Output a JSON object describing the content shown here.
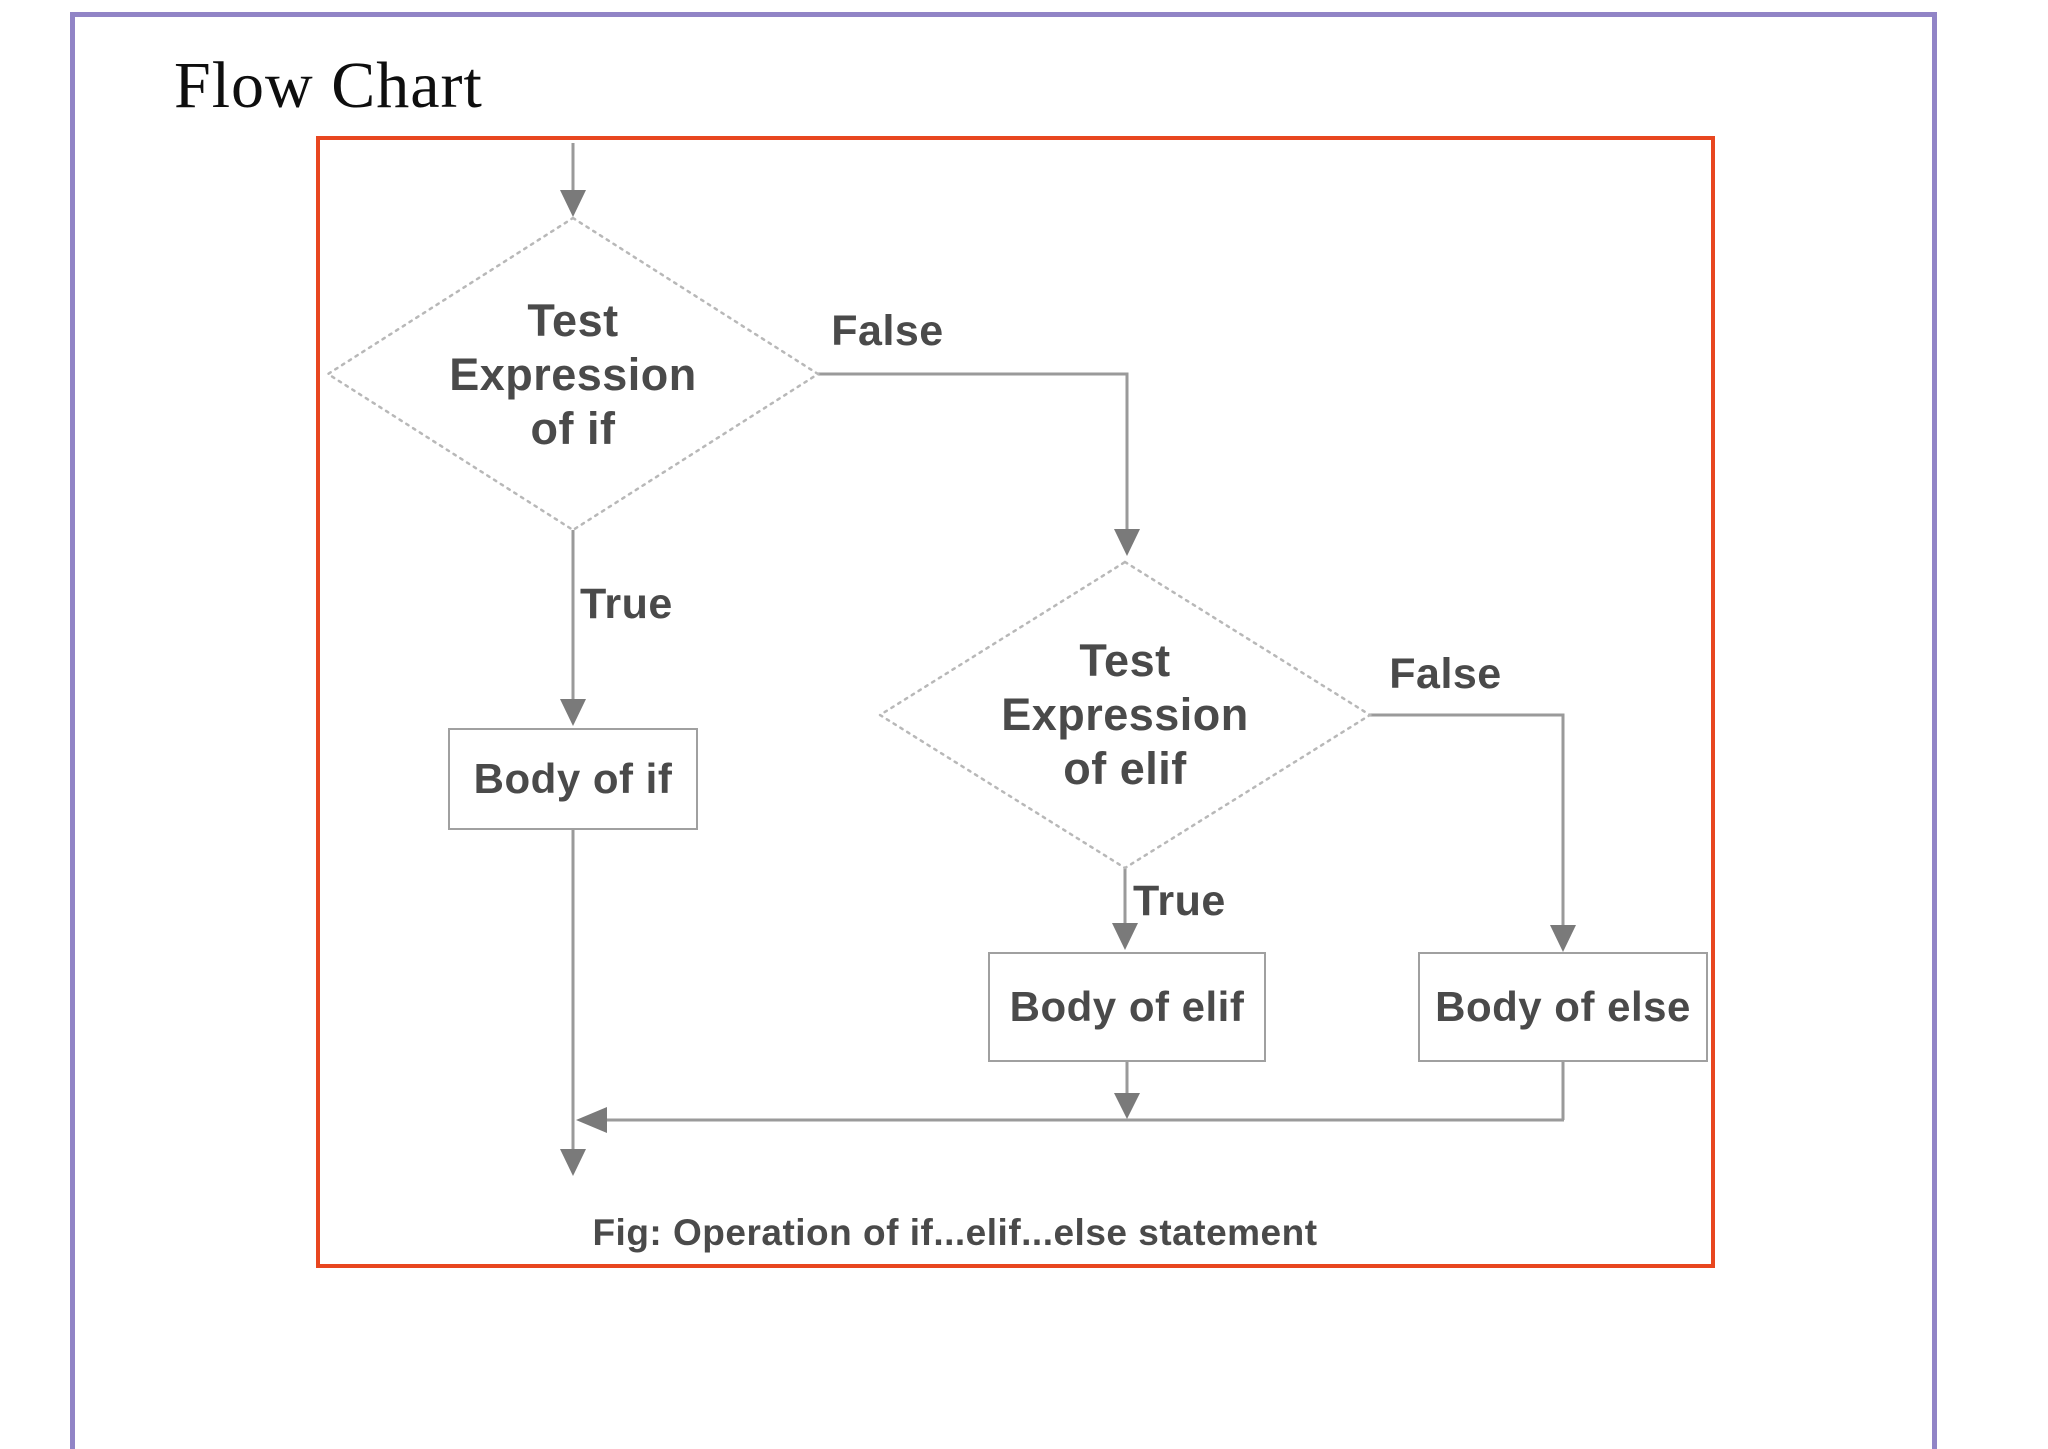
{
  "page": {
    "title": "Flow Chart"
  },
  "flowchart": {
    "diamond_if": {
      "lines": [
        "Test",
        "Expression",
        "of if"
      ]
    },
    "diamond_elif": {
      "lines": [
        "Test",
        "Expression",
        "of elif"
      ]
    },
    "body_if": "Body of if",
    "body_elif": "Body of elif",
    "body_else": "Body of else",
    "label_if_true": "True",
    "label_if_false": "False",
    "label_elif_true": "True",
    "label_elif_false": "False",
    "caption": "Fig: Operation of if...elif...else statement"
  },
  "colors": {
    "frame_border": "#9184c6",
    "figure_border": "#e8461f",
    "connector_line": "#9a9a9a",
    "arrowhead": "#7a7a7a",
    "diamond_edge": "#b8b8b8",
    "node_border": "#a0a0a0",
    "flow_text": "#4a4a4a",
    "title_text": "#0e0e0e"
  }
}
